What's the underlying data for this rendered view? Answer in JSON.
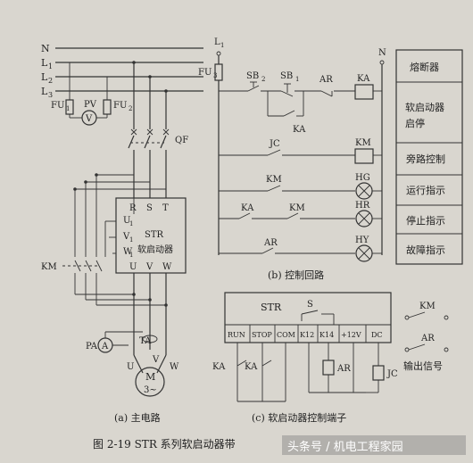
{
  "main_circuit": {
    "lines": [
      "N",
      "L",
      "L",
      "L"
    ],
    "line_subscripts": [
      "",
      "1",
      "2",
      "3"
    ],
    "fu1": "FU",
    "fu1_sub": "1",
    "fu2": "FU",
    "fu2_sub": "2",
    "pv": "PV",
    "volt_meter": "V",
    "qf": "QF",
    "str_box": {
      "top_terminals": [
        "R",
        "S",
        "T"
      ],
      "left_terminals": [
        "U",
        "V",
        "W"
      ],
      "left_subs": [
        "1",
        "1",
        "1"
      ],
      "name1": "STR",
      "name2": "软启动器",
      "bottom_terminals": [
        "U",
        "V",
        "W"
      ]
    },
    "km": "KM",
    "pa": "PA",
    "amp": "A",
    "ta": "TA",
    "motor": "M",
    "motor_phase": "3~",
    "motor_terms": [
      "U",
      "V",
      "W"
    ],
    "caption": "(a) 主电路"
  },
  "control_circuit": {
    "l1": "L",
    "l1_sub": "1",
    "n": "N",
    "fu3": "FU",
    "fu3_sub": "3",
    "sb2": "SB",
    "sb2_sub": "2",
    "sb1": "SB",
    "sb1_sub": "1",
    "ar": "AR",
    "ka_coil": "KA",
    "ka_contact": "KA",
    "jc": "JC",
    "km_coil": "KM",
    "km_contact": "KM",
    "hg": "HG",
    "ka2": "KA",
    "km2": "KM",
    "hr": "HR",
    "ar2": "AR",
    "hy": "HY",
    "caption": "(b) 控制回路"
  },
  "legend": [
    "熔断器",
    "软启动器启停",
    "旁路控制",
    "运行指示",
    "停止指示",
    "故障指示"
  ],
  "terminal_block": {
    "str": "STR",
    "s": "S",
    "terminals": [
      "RUN",
      "STOP",
      "COM",
      "K12",
      "K14",
      "+12V",
      "DC"
    ],
    "ka1": "KA",
    "ka2": "KA",
    "ar": "AR",
    "jc": "JC",
    "caption": "(c) 软启动器控制端子"
  },
  "outputs": {
    "km": "KM",
    "ar": "AR",
    "label": "输出信号"
  },
  "figure_caption": "图 2-19   STR 系列软启动器带",
  "watermark": "头条号 / 机电工程家园"
}
